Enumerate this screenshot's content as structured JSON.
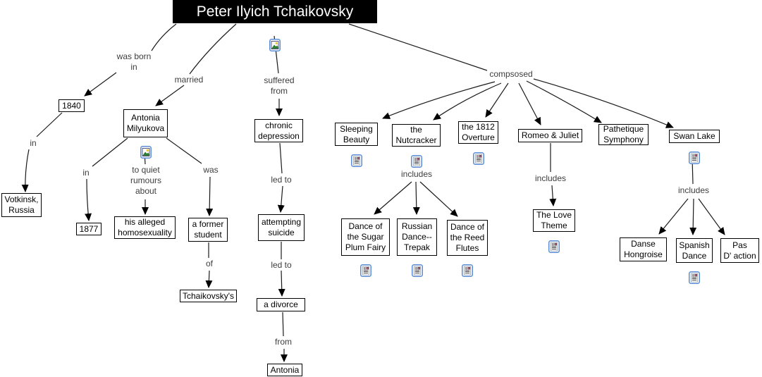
{
  "title": "Peter Ilyich Tchaikovsky",
  "nodes": {
    "year_1840": "1840",
    "antonia_milyukova": "Antonia\nMilyukova",
    "votkinsk": "Votkinsk,\nRussia",
    "year_1877": "1877",
    "homosexuality": "his alleged\nhomosexuality",
    "former_student": "a former\nstudent",
    "tchaikovskys": "Tchaikovsky's",
    "chronic_depression": "chronic\ndepression",
    "attempting_suicide": "attempting\nsuicide",
    "a_divorce": "a divorce",
    "antonia": "Antonia",
    "sleeping_beauty": "Sleeping\nBeauty",
    "nutcracker": "the\nNutcracker",
    "overture_1812": "the 1812\nOverture",
    "romeo_juliet": "Romeo & Juliet",
    "pathetique": "Pathetique\nSymphony",
    "swan_lake": "Swan Lake",
    "sugar_plum": "Dance of\nthe Sugar\nPlum Fairy",
    "russian_dance": "Russian\nDance--\nTrepak",
    "reed_flutes": "Dance of\nthe Reed\nFlutes",
    "love_theme": "The Love\nTheme",
    "danse_hongroise": "Danse\nHongroise",
    "spanish_dance": "Spanish\nDance",
    "pas_daction": "Pas\nD' action"
  },
  "links": {
    "was_born_in": "was born\nin",
    "married": "married",
    "suffered_from": "suffered\nfrom",
    "in_votkinsk": "in",
    "in_1877": "in",
    "to_quiet_rumours": "to quiet\nrumours\nabout",
    "was": "was",
    "of": "of",
    "led_to_1": "led to",
    "led_to_2": "led to",
    "from": "from",
    "compsosed": "compsosed",
    "includes_nutcracker": "includes",
    "includes_romeo": "includes",
    "includes_swan": "includes"
  },
  "colors": {
    "title_bg": "#000000",
    "title_text": "#ffffff",
    "node_border": "#000000",
    "resource_icon_border": "#5b8ed6"
  }
}
